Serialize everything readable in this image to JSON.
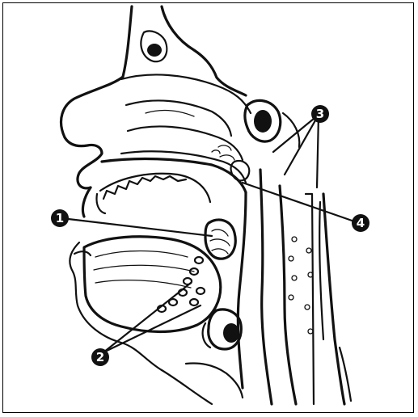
{
  "figure": {
    "markers": [
      {
        "id": 1,
        "label": "1"
      },
      {
        "id": 2,
        "label": "2"
      },
      {
        "id": 3,
        "label": "3"
      },
      {
        "id": 4,
        "label": "4"
      }
    ]
  }
}
